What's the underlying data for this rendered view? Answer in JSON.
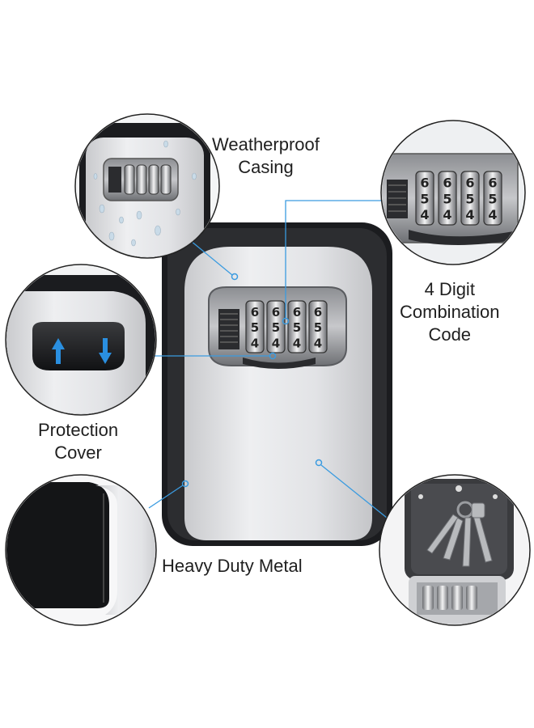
{
  "labels": {
    "weatherproof": [
      "Weatherproof",
      "Casing"
    ],
    "combination": [
      "4 Digit",
      "Combination",
      "Code"
    ],
    "protection": [
      "Protection",
      "Cover"
    ],
    "metal": "Heavy Duty Metal"
  },
  "dial_digits": [
    "6",
    "5",
    "4"
  ],
  "colors": {
    "callout_line": "#3a9be0",
    "body_silver": "#dcdde0",
    "frame_black": "#1b1c1f",
    "arrow_blue": "#2a8fe0"
  }
}
